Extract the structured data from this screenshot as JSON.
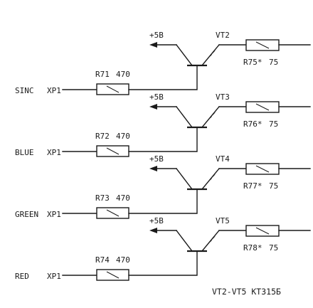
{
  "diagram": {
    "inputs": [
      {
        "connector": "XP1",
        "signal": "SINC"
      },
      {
        "connector": "XP1",
        "signal": "BLUE"
      },
      {
        "connector": "XP1",
        "signal": "GREEN"
      },
      {
        "connector": "XP1",
        "signal": "RED"
      }
    ],
    "input_resistors": [
      {
        "ref": "R71",
        "value": "470"
      },
      {
        "ref": "R72",
        "value": "470"
      },
      {
        "ref": "R73",
        "value": "470"
      },
      {
        "ref": "R74",
        "value": "470"
      }
    ],
    "transistors": [
      {
        "ref": "VT2",
        "supply": "+5B"
      },
      {
        "ref": "VT3",
        "supply": "+5B"
      },
      {
        "ref": "VT4",
        "supply": "+5B"
      },
      {
        "ref": "VT5",
        "supply": "+5B"
      }
    ],
    "output_resistors": [
      {
        "ref": "R75*",
        "value": "75"
      },
      {
        "ref": "R76*",
        "value": "75"
      },
      {
        "ref": "R77*",
        "value": "75"
      },
      {
        "ref": "R78*",
        "value": "75"
      }
    ],
    "note": "VT2-VT5   KT315Б"
  }
}
